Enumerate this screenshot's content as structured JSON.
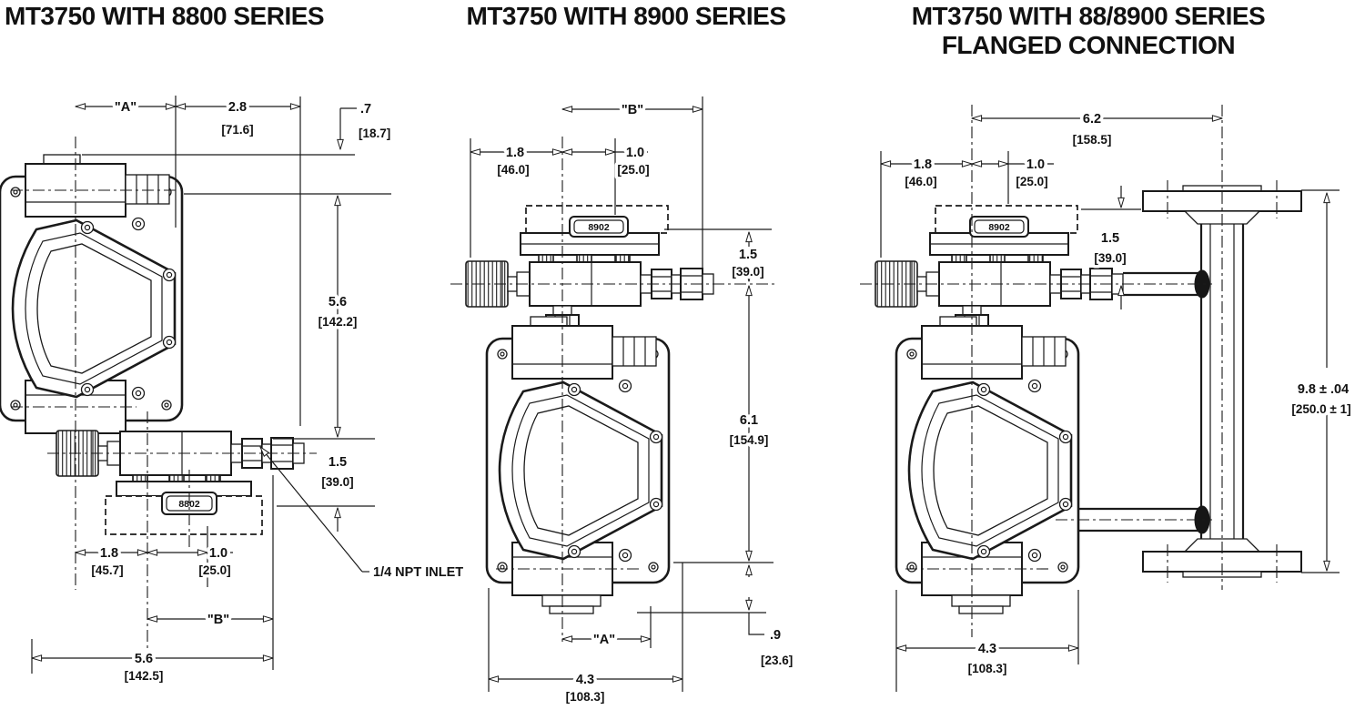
{
  "page": {
    "background": "#ffffff",
    "ink": "#1a1a1a"
  },
  "titles": {
    "left": "MT3750 WITH 8800 SERIES",
    "middle": "MT3750 WITH 8900 SERIES",
    "right1": "MT3750 WITH 88/8900 SERIES",
    "right2": "FLANGED CONNECTION"
  },
  "left": {
    "badge": "8802",
    "dim_a": "\"A\"",
    "w_in": "2.8",
    "w_mm": "[71.6]",
    "off_in": ".7",
    "off_mm": "[18.7]",
    "h_in": "5.6",
    "h_mm": "[142.2]",
    "v_in": "1.5",
    "v_mm": "[39.0]",
    "bl_in": "1.8",
    "bl_mm": "[45.7]",
    "bm_in": "1.0",
    "bm_mm": "[25.0]",
    "dim_b": "\"B\"",
    "bw_in": "5.6",
    "bw_mm": "[142.5]",
    "inlet": "1/4 NPT INLET"
  },
  "middle": {
    "badge": "8902",
    "dim_b": "\"B\"",
    "tl_in": "1.8",
    "tl_mm": "[46.0]",
    "tm_in": "1.0",
    "tm_mm": "[25.0]",
    "v_in": "1.5",
    "v_mm": "[39.0]",
    "h_in": "6.1",
    "h_mm": "[154.9]",
    "o_in": ".9",
    "o_mm": "[23.6]",
    "dim_a": "\"A\"",
    "bw_in": "4.3",
    "bw_mm": "[108.3]"
  },
  "right": {
    "badge": "8902",
    "tw_in": "6.2",
    "tw_mm": "[158.5]",
    "tl_in": "1.8",
    "tl_mm": "[46.0]",
    "tm_in": "1.0",
    "tm_mm": "[25.0]",
    "v_in": "1.5",
    "v_mm": "[39.0]",
    "ph_in": "9.8 ± .04",
    "ph_mm": "[250.0 ± 1]",
    "bw_in": "4.3",
    "bw_mm": "[108.3]"
  }
}
